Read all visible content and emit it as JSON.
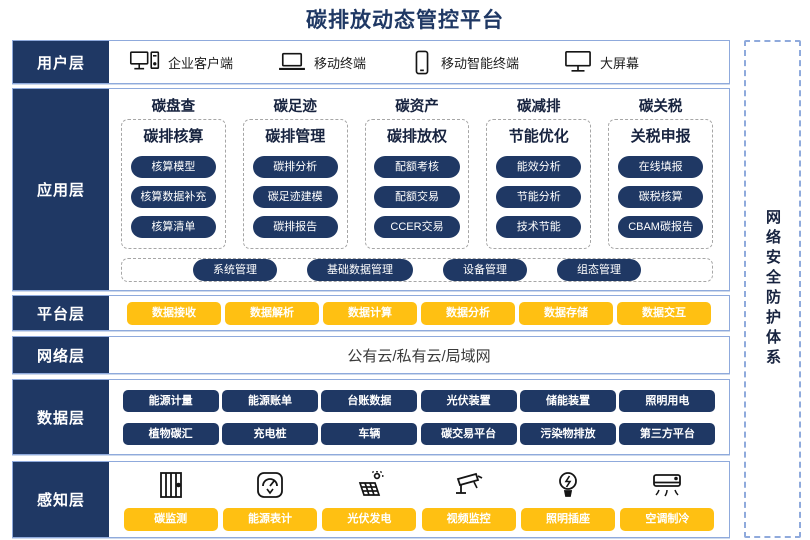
{
  "title": "碳排放动态管控平台",
  "security_bar": {
    "label": "网络安全防护体系"
  },
  "colors": {
    "navy": "#1F3864",
    "orange": "#FFC012",
    "row_border_blue": "#8FAADC",
    "dashed_gray": "#A6A6A6",
    "header_text": "#17233F"
  },
  "layers": {
    "user": {
      "label": "用户层",
      "items": [
        {
          "icon": "desktop-pc-icon",
          "label": "企业客户端"
        },
        {
          "icon": "laptop-icon",
          "label": "移动终端"
        },
        {
          "icon": "smartphone-icon",
          "label": "移动智能终端"
        },
        {
          "icon": "big-screen-icon",
          "label": "大屏幕"
        }
      ]
    },
    "application": {
      "label": "应用层",
      "columns": [
        {
          "header": "碳盘查",
          "subheader": "碳排核算",
          "buttons": [
            "核算模型",
            "核算数据补充",
            "核算清单"
          ]
        },
        {
          "header": "碳足迹",
          "subheader": "碳排管理",
          "buttons": [
            "碳排分析",
            "碳足迹建模",
            "碳排报告"
          ]
        },
        {
          "header": "碳资产",
          "subheader": "碳排放权",
          "buttons": [
            "配额考核",
            "配额交易",
            "CCER交易"
          ]
        },
        {
          "header": "碳减排",
          "subheader": "节能优化",
          "buttons": [
            "能效分析",
            "节能分析",
            "技术节能"
          ]
        },
        {
          "header": "碳关税",
          "subheader": "关税申报",
          "buttons": [
            "在线填报",
            "碳税核算",
            "CBAM碳报告"
          ]
        }
      ],
      "common_buttons": [
        "系统管理",
        "基础数据管理",
        "设备管理",
        "组态管理"
      ]
    },
    "platform": {
      "label": "平台层",
      "buttons": [
        "数据接收",
        "数据解析",
        "数据计算",
        "数据分析",
        "数据存储",
        "数据交互"
      ]
    },
    "network": {
      "label": "网络层",
      "text": "公有云/私有云/局域网"
    },
    "data": {
      "label": "数据层",
      "rows": [
        [
          "能源计量",
          "能源账单",
          "台账数据",
          "光伏装置",
          "储能装置",
          "照明用电"
        ],
        [
          "植物碳汇",
          "充电桩",
          "车辆",
          "碳交易平台",
          "污染物排放",
          "第三方平台"
        ]
      ]
    },
    "perception": {
      "label": "感知层",
      "items": [
        {
          "icon": "carbon-monitor-icon",
          "label": "碳监测"
        },
        {
          "icon": "energy-meter-icon",
          "label": "能源表计"
        },
        {
          "icon": "solar-panel-icon",
          "label": "光伏发电"
        },
        {
          "icon": "cctv-camera-icon",
          "label": "视频监控"
        },
        {
          "icon": "light-bulb-icon",
          "label": "照明插座"
        },
        {
          "icon": "air-conditioner-icon",
          "label": "空调制冷"
        }
      ]
    }
  }
}
